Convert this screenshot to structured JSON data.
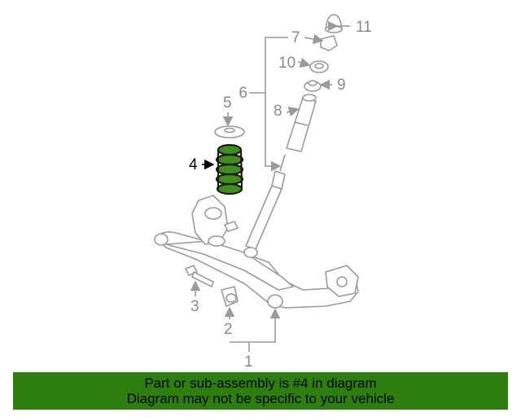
{
  "callouts": {
    "c1": "1",
    "c2": "2",
    "c3": "3",
    "c4": "4",
    "c5": "5",
    "c6": "6",
    "c7": "7",
    "c8": "8",
    "c9": "9",
    "c10": "10",
    "c11": "11"
  },
  "highlighted_part": "4",
  "colors": {
    "highlight": "#3f8f1a",
    "banner": "#2e7d0f",
    "line_art": "#9a9a9a"
  },
  "banner": {
    "line1": "Part or sub-assembly is #4 in diagram",
    "line2": "Diagram may not be specific to your vehicle"
  }
}
